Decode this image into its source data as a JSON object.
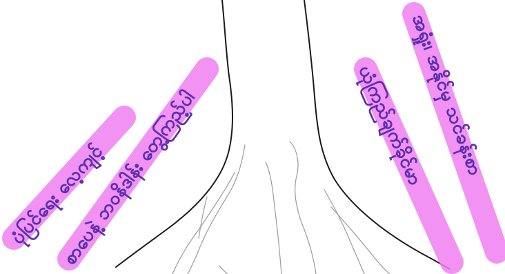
{
  "colors": {
    "background": "#ffffff",
    "trunk_line": "#1a1a1a",
    "root_line": "#9a9a9a",
    "highlighter": "#f07ff0",
    "ink": "#5b2fb0"
  },
  "annotations": [
    {
      "id": "label-1",
      "text": "ပုံပြင်ရေး လေ့ကျင့်"
    },
    {
      "id": "label-2",
      "text": "စာပေနဲ့ ဘဝနိဒါန်း တွေ့ကြည့်ပါ"
    },
    {
      "id": "label-3",
      "text": "ယုံကြည်ချက်ခိုင်မာ"
    },
    {
      "id": "label-4",
      "text": "အရှုံး၊ အနိုင်မှ သင်ခန်းစာ"
    }
  ]
}
